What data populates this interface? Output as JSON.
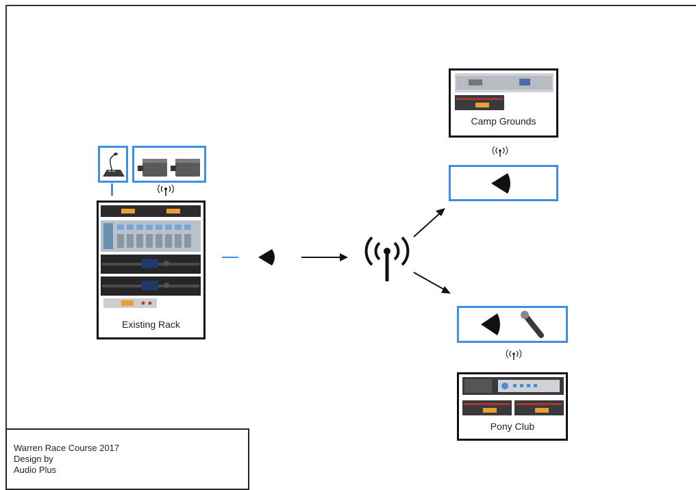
{
  "existing_rack": {
    "label": "Existing Rack"
  },
  "camp_grounds": {
    "label": "Camp Grounds"
  },
  "pony_club": {
    "label": "Pony Club"
  },
  "info_block": {
    "line1": "Warren Race Course 2017",
    "line2": "Design by",
    "line3": "Audio Plus"
  },
  "colors": {
    "frame": "#111111",
    "accent": "#3d8ee6",
    "rack_gear": "#2c2c2c",
    "lcd": "#e8a030"
  }
}
